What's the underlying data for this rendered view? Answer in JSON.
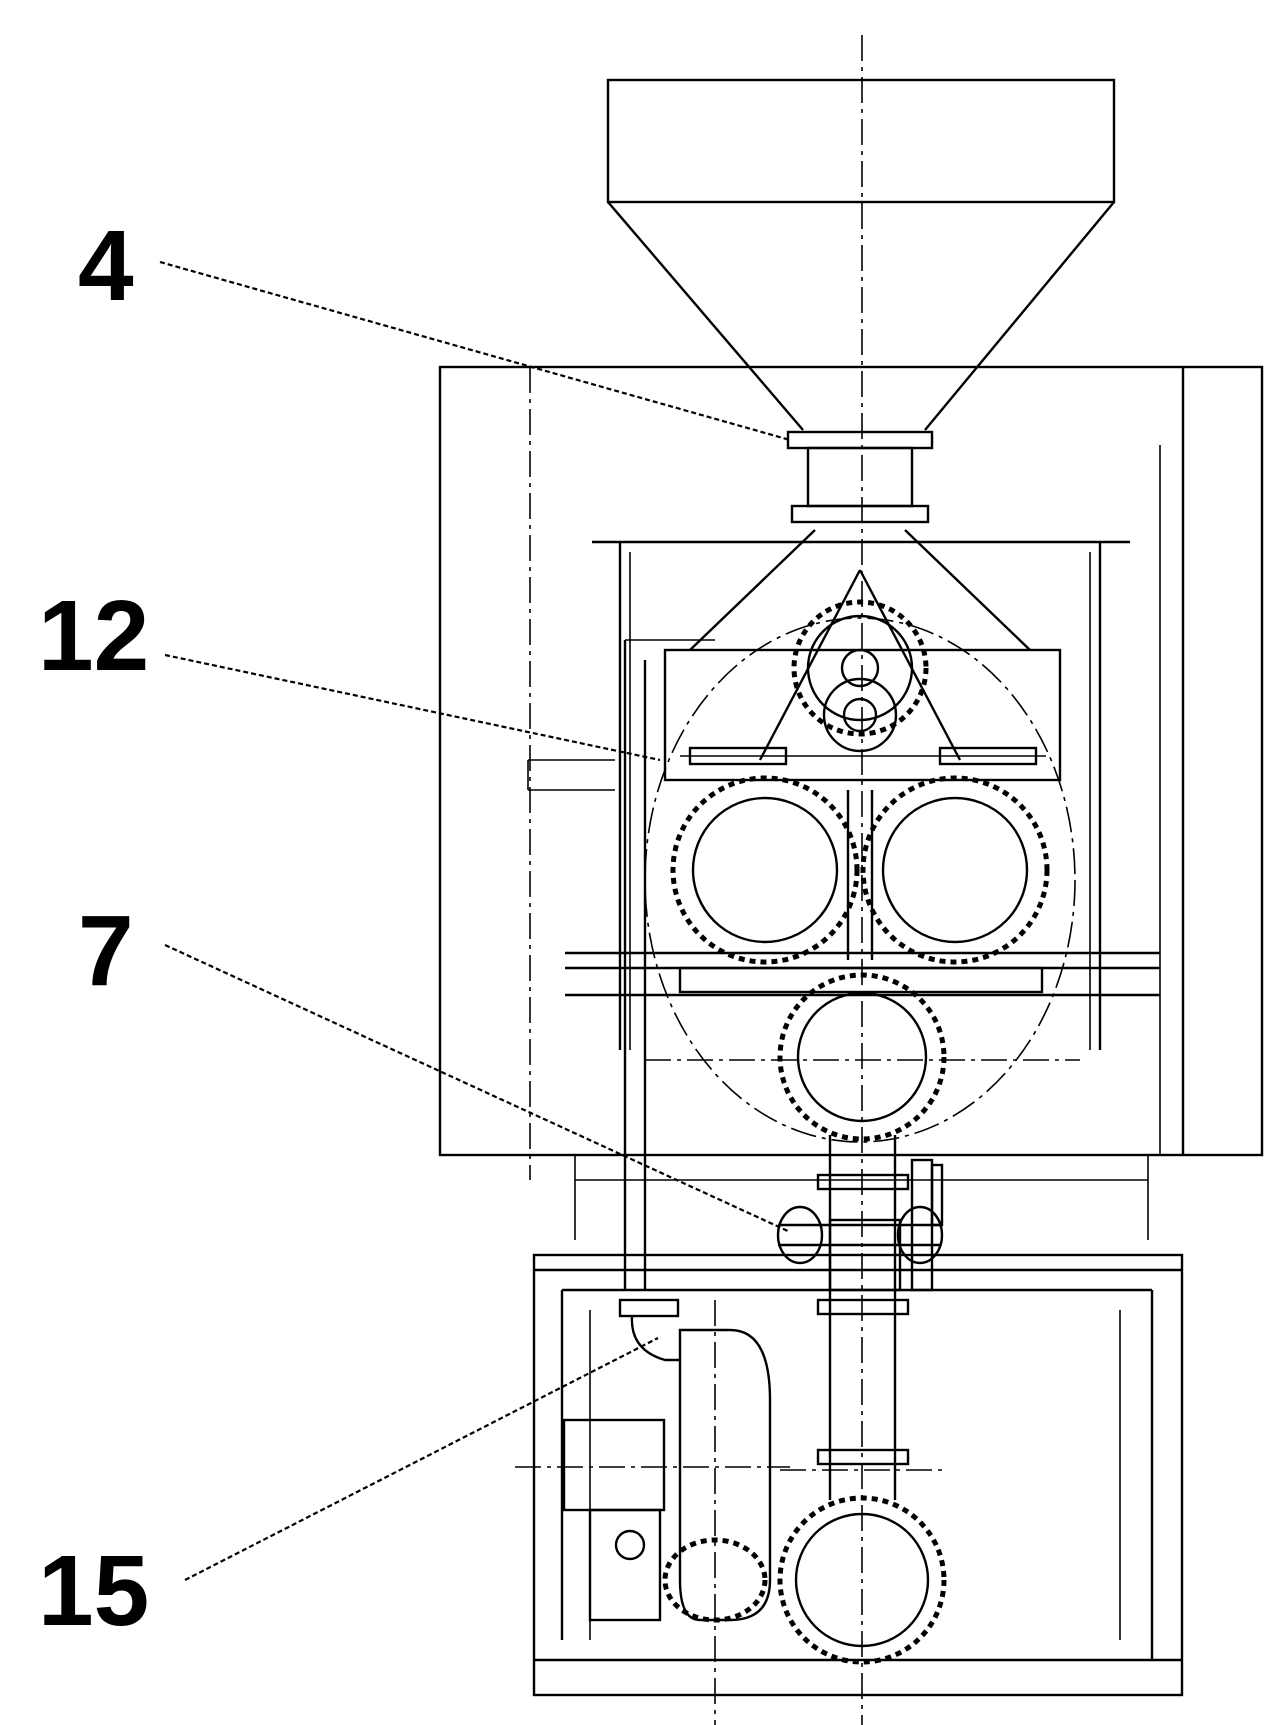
{
  "callouts": [
    {
      "id": "c4",
      "label": "4"
    },
    {
      "id": "c12",
      "label": "12"
    },
    {
      "id": "c7",
      "label": "7"
    },
    {
      "id": "c15",
      "label": "15"
    }
  ]
}
